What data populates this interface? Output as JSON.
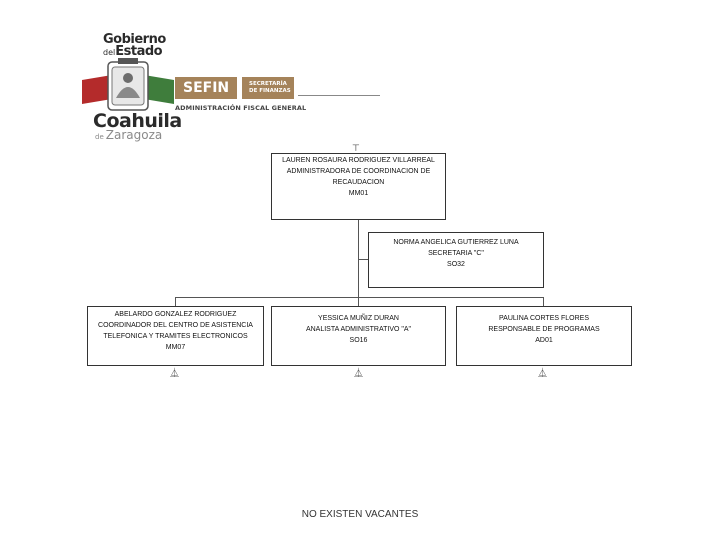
{
  "logo": {
    "gobierno": "Gobierno",
    "del": "del",
    "estado": "Estado",
    "coahuila": "Coahuila",
    "de": "de",
    "zaragoza": "Zaragoza",
    "sefin": "SEFIN",
    "secretaria": "SECRETARÍA DE FINANZAS",
    "admin_fiscal": "ADMINISTRACIÓN FISCAL GENERAL",
    "colors": {
      "brand_brown": "#a5835a",
      "red": "#b42b2b",
      "green": "#3f7d3c"
    }
  },
  "org": {
    "top": {
      "name": "LAUREN ROSAURA RODRIGUEZ VILLARREAL",
      "title_line1": "ADMINISTRADORA DE COORDINACION DE",
      "title_line2": "RECAUDACION",
      "code": "MM01"
    },
    "secretary": {
      "name": "NORMA ANGELICA GUTIERREZ LUNA",
      "title": "SECRETARIA \"C\"",
      "code": "SO32"
    },
    "children": [
      {
        "name": "ABELARDO GONZALEZ RODRIGUEZ",
        "title_line1": "COORDINADOR DEL CENTRO DE ASISTENCIA",
        "title_line2": "TELEFONICA Y TRAMITES ELECTRONICOS",
        "code": "MM07"
      },
      {
        "name": "YESSICA MUÑIZ DURAN",
        "title_line1": "ANALISTA ADMINISTRATIVO \"A\"",
        "title_line2": "",
        "code": "SO16"
      },
      {
        "name": "PAULINA CORTES FLORES",
        "title_line1": "RESPONSABLE DE PROGRAMAS",
        "title_line2": "",
        "code": "AD01"
      }
    ]
  },
  "footer": "NO EXISTEN VACANTES"
}
